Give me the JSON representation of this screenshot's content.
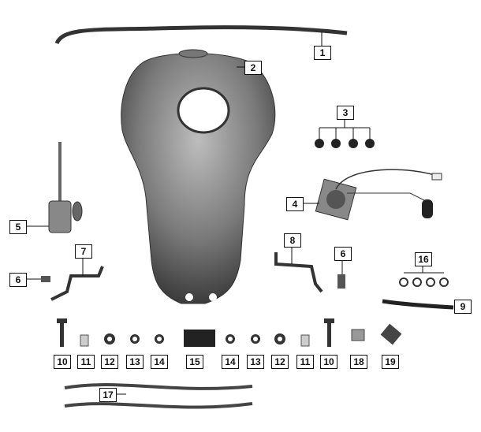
{
  "diagram": {
    "callouts": {
      "fuel_hose_top": "1",
      "fuel_tank": "2",
      "nuts": "3",
      "fuel_pump_sender": "4",
      "fuel_petcock": "5",
      "bolt_left": "6",
      "bracket_left": "7",
      "bracket_right": "8",
      "bolt_right": "6",
      "hose_right": "9",
      "clamps": "16",
      "bolt_a": "10",
      "spacer_a": "11",
      "grommet_a": "12",
      "washer_a": "13",
      "washer_b": "14",
      "rubber_pad": "15",
      "washer_c": "14",
      "washer_d": "13",
      "grommet_b": "12",
      "spacer_b": "11",
      "bolt_b": "10",
      "fuel_filter": "18",
      "valve": "19",
      "hoses_bottom": "17"
    },
    "colors": {
      "line": "#111111",
      "part_dark": "#3a3a3a",
      "part_gray": "#8a8a8a"
    }
  }
}
